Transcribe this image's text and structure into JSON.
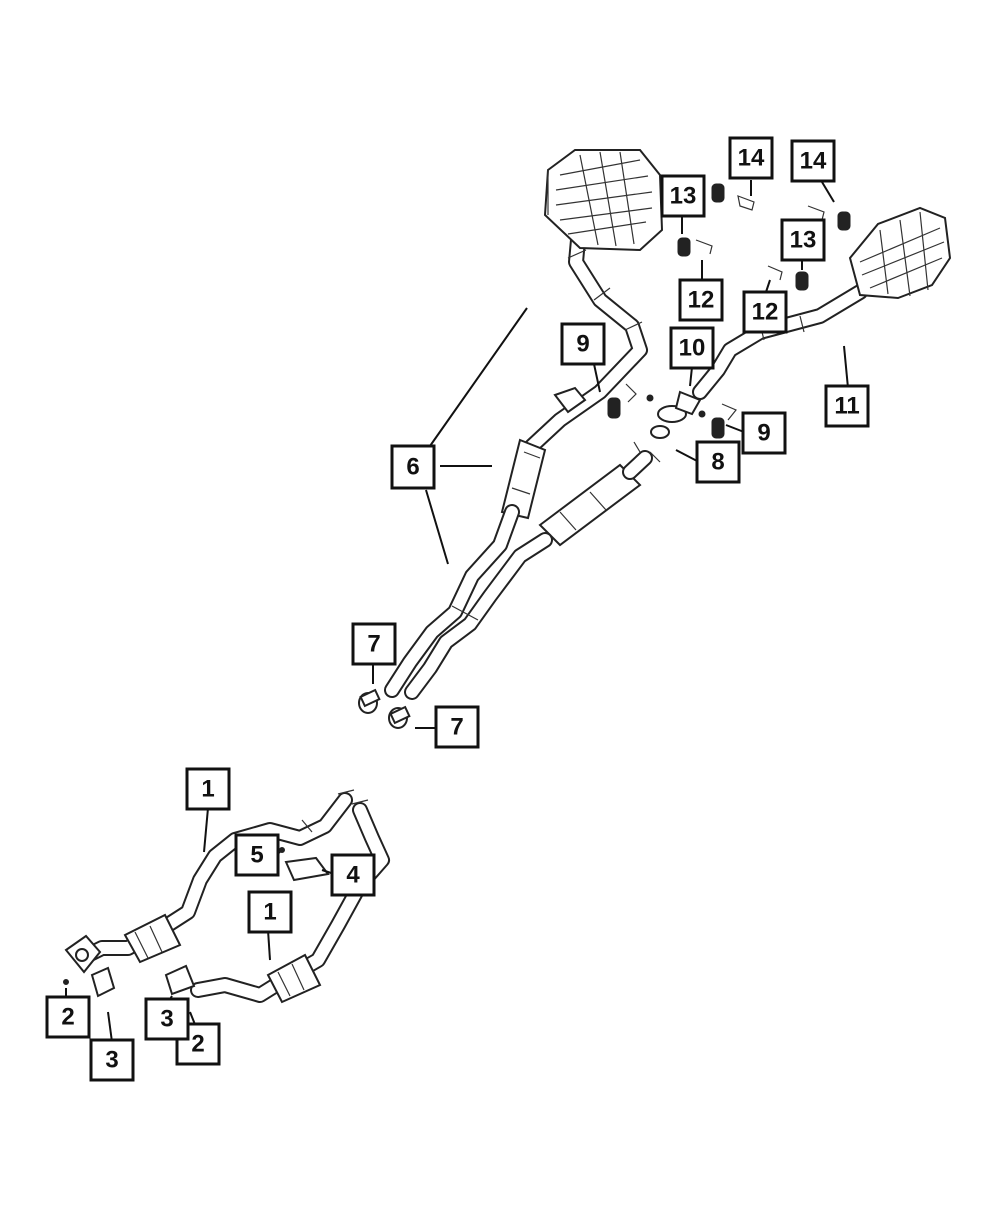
{
  "diagram": {
    "callouts": [
      {
        "id": "c1a",
        "label": "1"
      },
      {
        "id": "c1b",
        "label": "1"
      },
      {
        "id": "c2a",
        "label": "2"
      },
      {
        "id": "c2b",
        "label": "2"
      },
      {
        "id": "c3a",
        "label": "3"
      },
      {
        "id": "c3b",
        "label": "3"
      },
      {
        "id": "c4",
        "label": "4"
      },
      {
        "id": "c5",
        "label": "5"
      },
      {
        "id": "c6",
        "label": "6"
      },
      {
        "id": "c7a",
        "label": "7"
      },
      {
        "id": "c7b",
        "label": "7"
      },
      {
        "id": "c8",
        "label": "8"
      },
      {
        "id": "c9a",
        "label": "9"
      },
      {
        "id": "c9b",
        "label": "9"
      },
      {
        "id": "c10",
        "label": "10"
      },
      {
        "id": "c11",
        "label": "11"
      },
      {
        "id": "c12a",
        "label": "12"
      },
      {
        "id": "c12b",
        "label": "12"
      },
      {
        "id": "c13a",
        "label": "13"
      },
      {
        "id": "c13b",
        "label": "13"
      },
      {
        "id": "c14a",
        "label": "14"
      },
      {
        "id": "c14b",
        "label": "14"
      }
    ]
  }
}
